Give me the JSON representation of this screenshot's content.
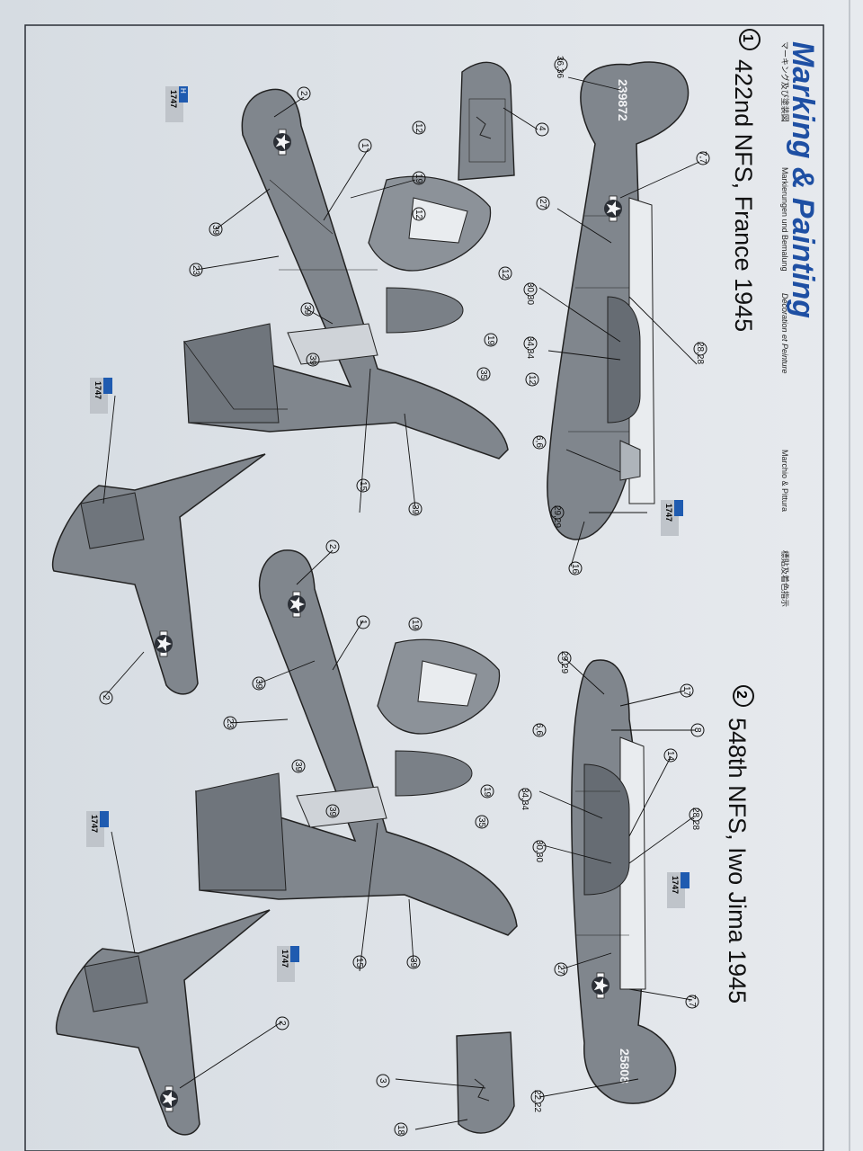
{
  "header": {
    "title": "Marking & Painting",
    "jp": "マーキング及び塗装図",
    "de": "Markierungen und Bemalung",
    "fr": "Décoration et Peinture",
    "it": "Marchio & Pittura",
    "cn": "標貼及着色指示"
  },
  "scheme1": {
    "number": "1",
    "title": "422nd NFS, France 1945",
    "serial": "239872"
  },
  "scheme2": {
    "number": "2",
    "title": "548th NFS, Iwo Jima 1945",
    "serial": "25808"
  },
  "paint": {
    "code": "1747",
    "h": "H",
    "n1": "2",
    "n2": "2"
  },
  "callouts1": {
    "c36": "36,36",
    "c4": "4",
    "c7": "7,7",
    "c27": "27",
    "c28": "28,28",
    "c30": "30,30",
    "c34": "34,34",
    "c12a": "12",
    "c6": "6,6",
    "c29": "29,29",
    "c16": "16",
    "c2top": "2",
    "c1": "1",
    "c12b": "12",
    "c19a": "19",
    "c12c": "12",
    "c39a": "39",
    "c23": "23",
    "c39b": "39",
    "c39c": "39",
    "c19b": "19",
    "c35": "35",
    "c12d": "12",
    "c15": "15",
    "c39d": "39",
    "c2b": "2"
  },
  "callouts2": {
    "c29": "29,29",
    "c17": "17",
    "c6": "6,6",
    "c8": "8",
    "c14": "14",
    "c28": "28,28",
    "c34": "34,34",
    "c30": "30,30",
    "c27": "27",
    "c7": "7,7",
    "c22": "22,22",
    "c3": "3",
    "c18": "18",
    "c2top": "2",
    "c1": "1",
    "c19a": "19",
    "c39a": "39",
    "c23": "23",
    "c39b": "39",
    "c39c": "39",
    "c19b": "19",
    "c35": "35",
    "c15": "15",
    "c39d": "39",
    "c2b": "2"
  }
}
